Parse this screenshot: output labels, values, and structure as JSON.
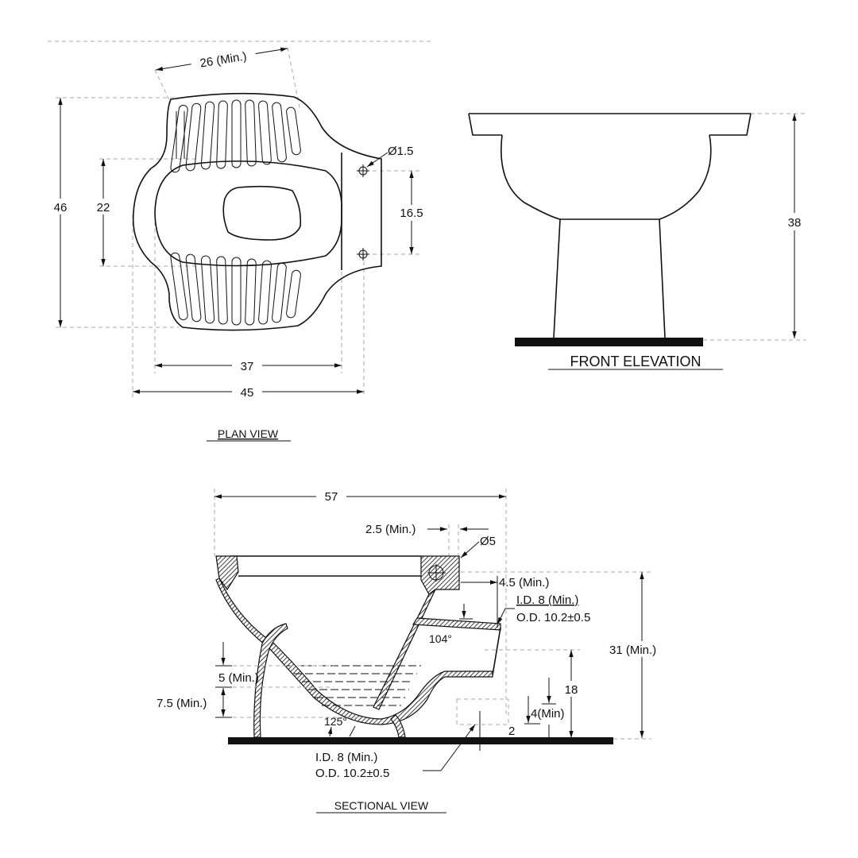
{
  "plan_view": {
    "title": "PLAN VIEW",
    "dims": {
      "width_top": "26 (Min.)",
      "length": "46",
      "foot_area": "22",
      "hole_spacing": "16.5",
      "hole_dia": "Ø1.5",
      "inner_width": "37",
      "overall_width": "45"
    }
  },
  "front_elevation": {
    "title": "FRONT ELEVATION",
    "dims": {
      "height": "38"
    }
  },
  "sectional_view": {
    "title": "SECTIONAL VIEW",
    "dims": {
      "overall": "57",
      "rim_gap": "2.5 (Min.)",
      "rim_dia": "Ø5",
      "outlet_offset": "4.5 (Min.)",
      "inlet_id": "I.D. 8 (Min.)",
      "inlet_od": "O.D. 10.2±0.5",
      "angle_top": "104°",
      "height": "31 (Min.)",
      "outlet_height": "18",
      "seal": "4(Min)",
      "floor_gap": "2",
      "water_depth": "5 (Min.)",
      "trap_depth": "7.5 (Min.)",
      "angle_bottom": "125°",
      "outlet_id": "I.D. 8 (Min.)",
      "outlet_od": "O.D. 10.2±0.5"
    }
  }
}
